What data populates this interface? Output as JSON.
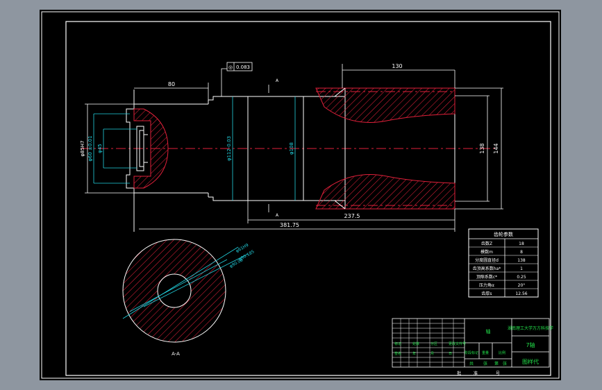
{
  "dimensions": {
    "d_130": "130",
    "d_80": "80",
    "d_237_5": "237.5",
    "d_381_75": "381.75",
    "d_138": "138",
    "d_144": "144",
    "d_phi_108": "φ108",
    "d_phi_112": "φ112-0.03",
    "d_phi_60": "φ60 ±0.01",
    "d_phi_45": "φ45",
    "d_phi_85": "φ85H7",
    "tol_value": "0.083",
    "section_mark": "A",
    "section_label": "A-A",
    "sec_dim1": "φ61H9",
    "sec_dim2": "φ90.185",
    "sec_dim3": "φ90.08"
  },
  "params_table": {
    "title": "齿轮参数",
    "rows": [
      {
        "name": "齿数Z",
        "value": "18"
      },
      {
        "name": "模数m",
        "value": "8"
      },
      {
        "name": "分度圆直径d",
        "value": "138"
      },
      {
        "name": "齿顶高系数ha*",
        "value": "1"
      },
      {
        "name": "顶隙系数c*",
        "value": "0.25"
      },
      {
        "name": "压力角α",
        "value": "20°"
      },
      {
        "name": "齿厚s",
        "value": "12.56"
      }
    ]
  },
  "title_block": {
    "university": "湖南理工大学万方科技学",
    "name_char": "轴",
    "part_name": "7轴",
    "drawing_no": "图样代",
    "grid_labels": [
      "标记",
      "处数",
      "分区",
      "更改文件号",
      "签名",
      "年",
      "月",
      "日"
    ],
    "stage_labels": [
      "阶段标记",
      "重量",
      "比例"
    ],
    "bottom_labels": [
      "共",
      "张",
      "第",
      "张"
    ],
    "bottom_center": [
      "批",
      "准"
    ],
    "bottom_right": "号"
  }
}
